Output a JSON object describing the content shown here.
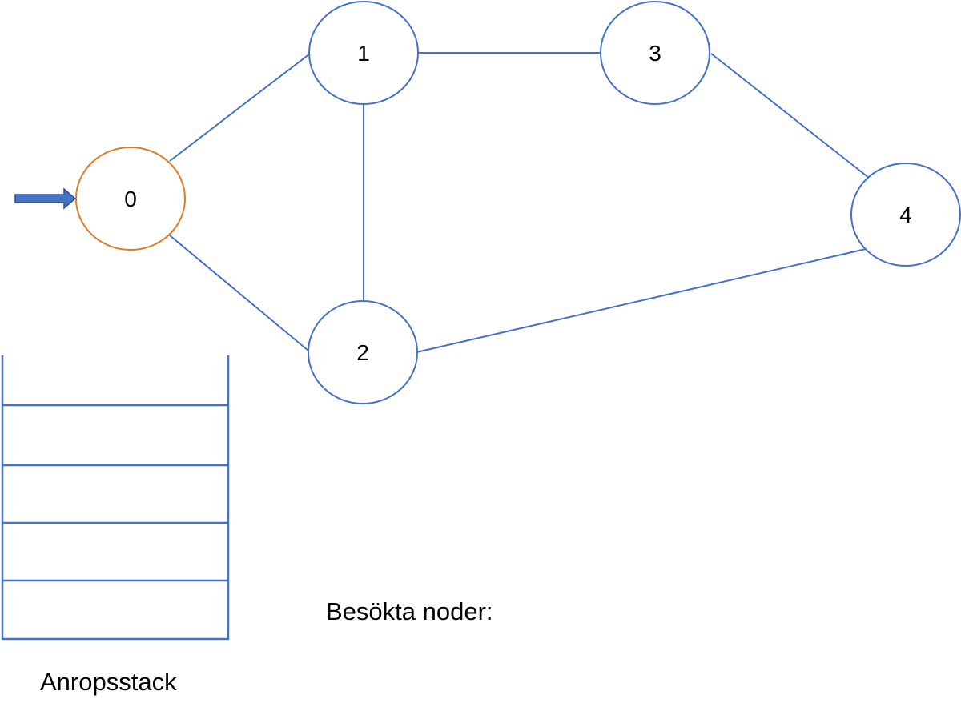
{
  "colors": {
    "edge": "#4472c4",
    "node_default": "#4472c4",
    "node_current": "#e07b27",
    "arrow_fill": "#4472c4",
    "arrow_stroke": "#2f528f",
    "stack": "#4472c4"
  },
  "graph": {
    "nodes": [
      {
        "id": "0",
        "label": "0",
        "state": "current"
      },
      {
        "id": "1",
        "label": "1",
        "state": "default"
      },
      {
        "id": "2",
        "label": "2",
        "state": "default"
      },
      {
        "id": "3",
        "label": "3",
        "state": "default"
      },
      {
        "id": "4",
        "label": "4",
        "state": "default"
      }
    ],
    "edges": [
      {
        "from": "0",
        "to": "1"
      },
      {
        "from": "0",
        "to": "2"
      },
      {
        "from": "1",
        "to": "3"
      },
      {
        "from": "1",
        "to": "2"
      },
      {
        "from": "3",
        "to": "4"
      },
      {
        "from": "2",
        "to": "4"
      }
    ],
    "pointer_target": "0"
  },
  "stack": {
    "label": "Anropsstack",
    "slots": 4
  },
  "visited": {
    "label": "Besökta noder:"
  }
}
